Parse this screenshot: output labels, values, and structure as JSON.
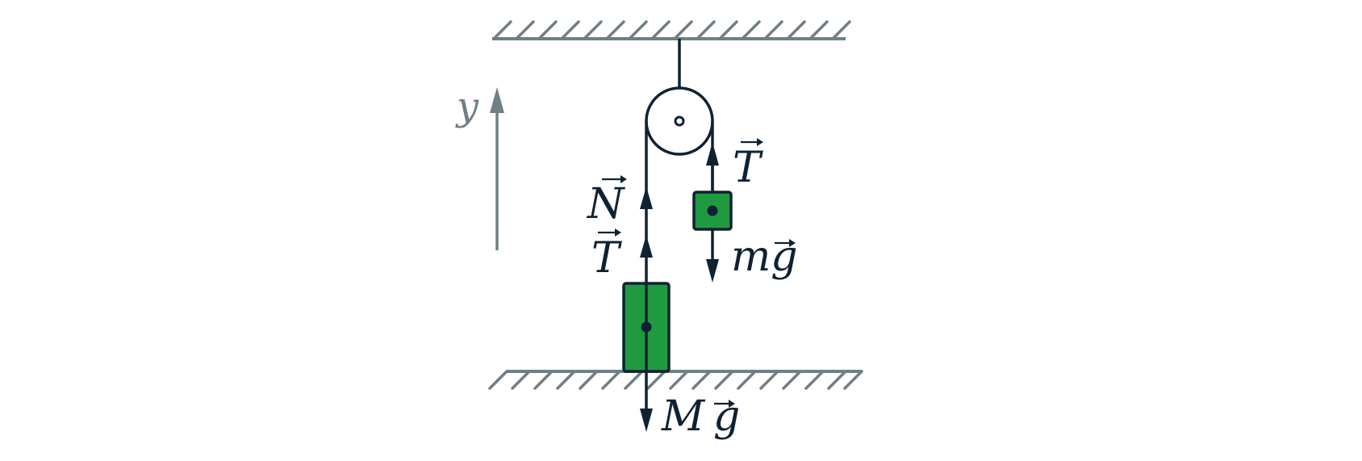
{
  "axis": {
    "label": "y"
  },
  "labels": {
    "tension_small": "T",
    "weight_small": "mg",
    "normal": "N",
    "tension_large": "T",
    "weight_large_M": "M",
    "weight_large_g": "g"
  },
  "colors": {
    "structure": "#6f7f86",
    "line": "#0f2233",
    "mass_fill": "#1f9a40"
  },
  "icons": [
    "ceiling-hatch",
    "floor-hatch",
    "pulley",
    "arrow"
  ]
}
